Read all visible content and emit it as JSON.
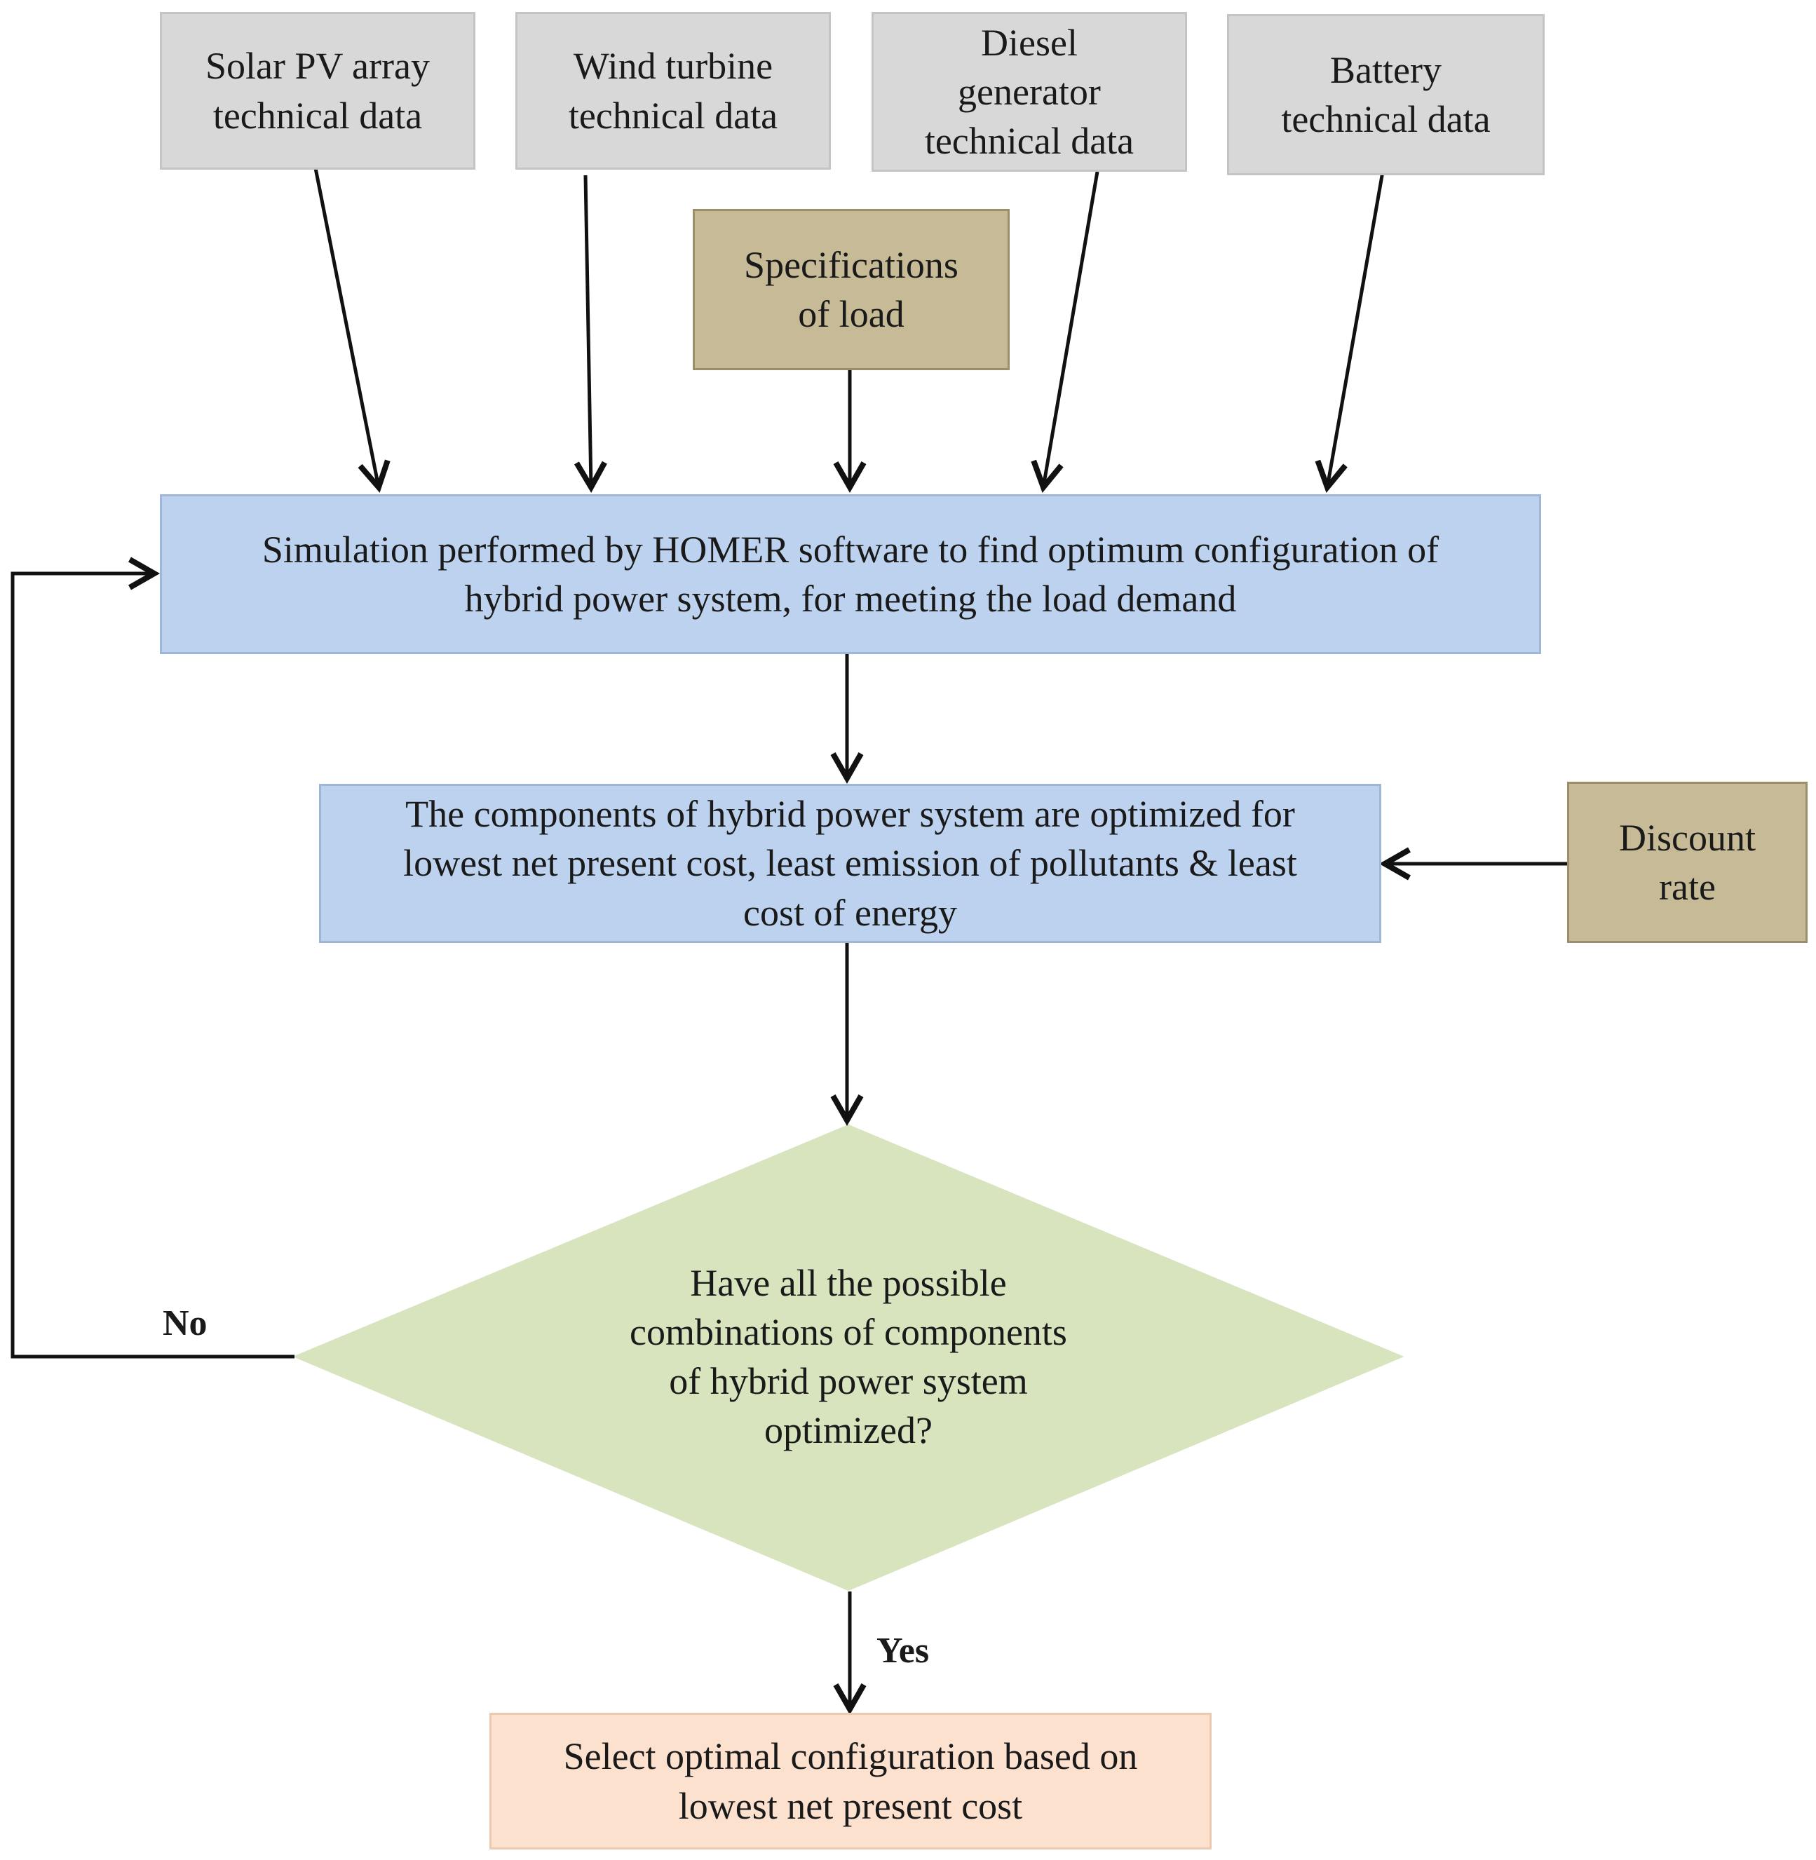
{
  "inputs": {
    "solar": [
      "Solar PV array",
      "technical data"
    ],
    "wind": [
      "Wind turbine",
      "technical data"
    ],
    "diesel": [
      "Diesel",
      "generator",
      "technical data"
    ],
    "battery": [
      "Battery",
      "technical data"
    ],
    "load": [
      "Specifications",
      "of load"
    ],
    "discount": [
      "Discount",
      "rate"
    ]
  },
  "process": {
    "simulation": [
      "Simulation performed by HOMER software to find optimum configuration of",
      "hybrid power system,  for meeting the load demand"
    ],
    "optimization": [
      "The components of hybrid power system are optimized for",
      "lowest net present cost, least emission of pollutants & least",
      "cost of energy"
    ]
  },
  "decision": {
    "question": [
      "Have all the possible",
      "combinations of components",
      "of hybrid power system",
      "optimized?"
    ],
    "no_label": "No",
    "yes_label": "Yes"
  },
  "result": {
    "select": [
      "Select optimal configuration based on",
      "lowest net present cost"
    ]
  },
  "colors": {
    "input_box": "#d8d8d8",
    "parameter_box": "#c6bb96",
    "process_box": "#bcd2ee",
    "decision_diamond": "#d7e4bd",
    "result_box": "#fce1cf",
    "arrow": "#111111"
  }
}
